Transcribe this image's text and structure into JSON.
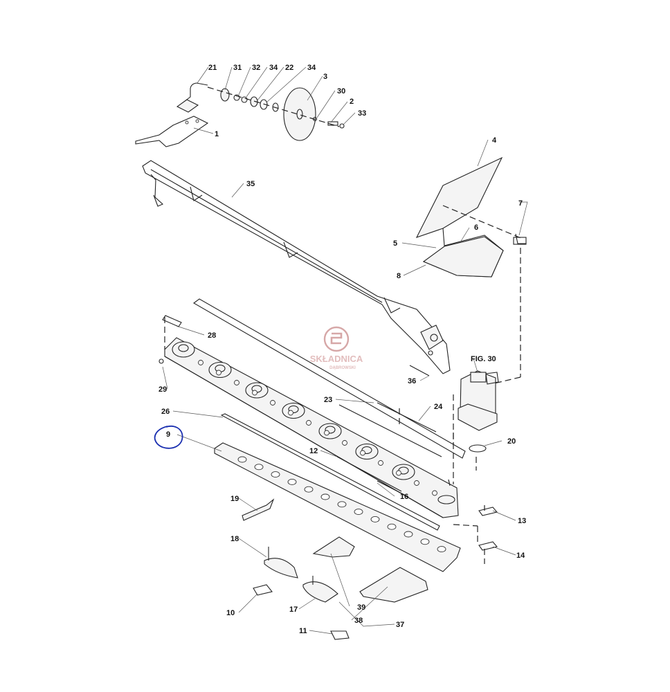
{
  "labels": {
    "l1": "1",
    "l2": "2",
    "l3": "3",
    "l4": "4",
    "l5": "5",
    "l6": "6",
    "l7": "7",
    "l8": "8",
    "l9": "9",
    "l10": "10",
    "l11": "11",
    "l12": "12",
    "l13": "13",
    "l14": "14",
    "l16": "16",
    "l17": "17",
    "l18": "18",
    "l19": "19",
    "l20": "20",
    "l21": "21",
    "l22": "22",
    "l23": "23",
    "l24": "24",
    "l26": "26",
    "l28": "28",
    "l29": "29",
    "l30": "30",
    "l31": "31",
    "l32": "32",
    "l33": "33",
    "l34a": "34",
    "l34b": "34",
    "l35": "35",
    "l36": "36",
    "l37": "37",
    "l38": "38",
    "l39": "39",
    "fig": "FIG. 30"
  },
  "watermark": {
    "name": "SKŁADNICA",
    "sub": "DĄBROWSKI"
  },
  "colors": {
    "ink": "#222222",
    "highlight": "#1a2fb0",
    "watermark": "#c98a8a"
  }
}
